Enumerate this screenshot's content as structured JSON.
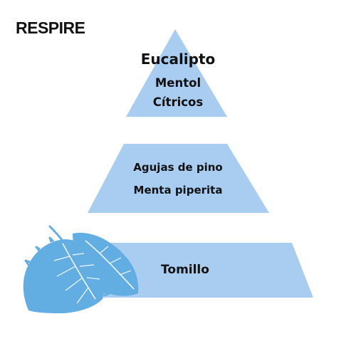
{
  "title": "RESPIRE",
  "colors": {
    "tier_fill": "#a9cdf1",
    "leaf_fill": "#62aee3",
    "leaf_vein": "#f2f8fd",
    "text": "#111111"
  },
  "pyramid": {
    "top": {
      "notes": [
        "Eucalipto",
        "Mentol",
        "Cítricos"
      ]
    },
    "middle": {
      "notes": [
        "Agujas de pino",
        "Menta piperita"
      ]
    },
    "base": {
      "notes": [
        "Tomillo"
      ]
    }
  },
  "decoration": {
    "icon": "mint-leaf-icon"
  }
}
